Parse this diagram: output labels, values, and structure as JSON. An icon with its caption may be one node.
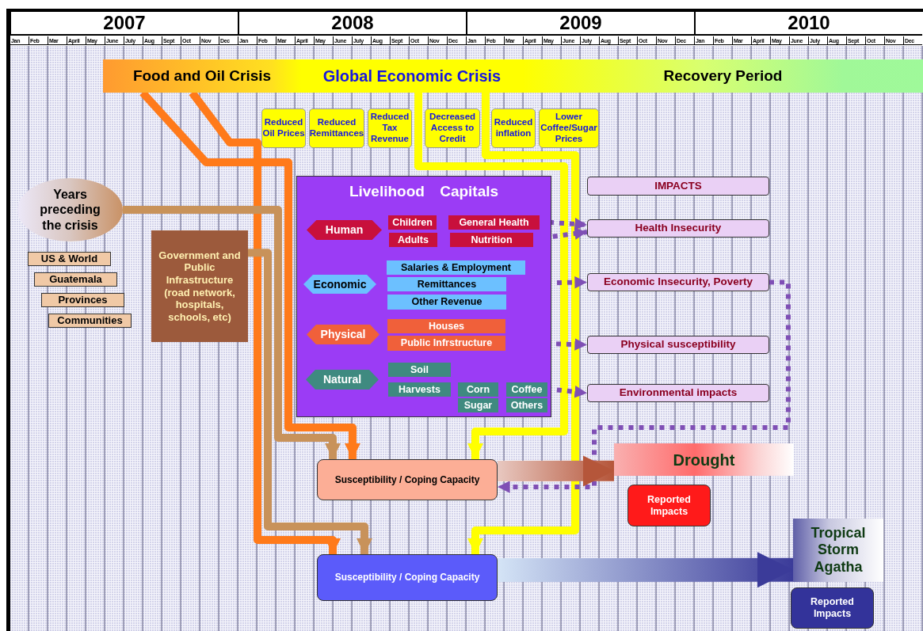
{
  "diagram": {
    "nodes": [
      {
        "text": [
          "Food and Oil Crisis"
        ]
      },
      {
        "text": [
          "Global Economic Crisis"
        ]
      },
      {
        "text": [
          "Recovery Period"
        ]
      },
      {
        "text": [
          "Reduced Oil Prices"
        ]
      },
      {
        "text": [
          "Reduced Remittances"
        ]
      },
      {
        "text": [
          "Reduced Tax Revenue"
        ]
      },
      {
        "text": [
          "Decreased Access to Credit"
        ]
      },
      {
        "text": [
          "Reduced inflation"
        ]
      },
      {
        "text": [
          "Lower Coffee/Sugar Prices"
        ]
      },
      {
        "text": [
          "Years preceding the crisis"
        ]
      },
      {
        "text": [
          "US & World"
        ]
      },
      {
        "text": [
          "Guatemala"
        ]
      },
      {
        "text": [
          "Provinces"
        ]
      },
      {
        "text": [
          "Communities"
        ]
      },
      {
        "text": [
          "Government and Public Infrastructure (road network, hospitals, schools, etc)"
        ]
      },
      {
        "text": [
          "Livelihood Capitals"
        ]
      },
      {
        "text": [
          "Human"
        ],
        "in": 15
      },
      {
        "text": [
          "Children"
        ],
        "in": 15
      },
      {
        "text": [
          "General Health"
        ],
        "in": 15
      },
      {
        "text": [
          "Adults"
        ],
        "in": 15
      },
      {
        "text": [
          "Nutrition"
        ],
        "in": 15
      },
      {
        "text": [
          "Economic"
        ],
        "in": 15
      },
      {
        "text": [
          "Salaries & Employment"
        ],
        "in": 15
      },
      {
        "text": [
          "Remittances"
        ],
        "in": 15
      },
      {
        "text": [
          "Other Revenue"
        ],
        "in": 15
      },
      {
        "text": [
          "Physical"
        ],
        "in": 15
      },
      {
        "text": [
          "Houses"
        ],
        "in": 15
      },
      {
        "text": [
          "Public Infrstructure"
        ],
        "in": 15
      },
      {
        "text": [
          "Natural"
        ],
        "in": 15
      },
      {
        "text": [
          "Soil"
        ],
        "in": 15
      },
      {
        "text": [
          "Harvests"
        ],
        "in": 15
      },
      {
        "text": [
          "Corn"
        ],
        "in": 15
      },
      {
        "text": [
          "Coffee"
        ],
        "in": 15
      },
      {
        "text": [
          "Sugar"
        ],
        "in": 15
      },
      {
        "text": [
          "Others"
        ],
        "in": 15
      },
      {
        "text": [
          "IMPACTS"
        ]
      },
      {
        "text": [
          "Health Insecurity"
        ]
      },
      {
        "text": [
          "Economic Insecurity, Poverty"
        ]
      },
      {
        "text": [
          "Physical susceptibility"
        ]
      },
      {
        "text": [
          "Environmental impacts"
        ]
      },
      {
        "text": [
          "Susceptibility / Coping Capacity"
        ]
      },
      {
        "text": [
          "Susceptibility / Coping Capacity"
        ]
      },
      {
        "text": [
          "Drought"
        ]
      },
      {
        "text": [
          "Reported Impacts"
        ]
      },
      {
        "text": [
          "Tropical Storm Agatha"
        ]
      },
      {
        "text": [
          "Reported Impacts"
        ]
      }
    ],
    "edges": [
      {
        "from": 0,
        "to": 40,
        "arrow": "to",
        "color": "#ff7a1a"
      },
      {
        "from": 0,
        "to": 41,
        "arrow": "to",
        "color": "#ff7a1a"
      },
      {
        "from": 9,
        "to": 40,
        "arrow": "to",
        "color": "#c8925a"
      },
      {
        "from": 14,
        "to": 41,
        "arrow": "to",
        "color": "#c8925a"
      },
      {
        "from": 1,
        "to": 40,
        "arrow": "to",
        "color": "#ffff00"
      },
      {
        "from": 1,
        "to": 41,
        "arrow": "to",
        "color": "#ffff00"
      },
      {
        "from": 18,
        "to": 36,
        "arrow": "to",
        "style": "dashed",
        "color": "#7f4fb5"
      },
      {
        "from": 20,
        "to": 36,
        "arrow": "to",
        "style": "dashed",
        "color": "#7f4fb5"
      },
      {
        "from": 23,
        "to": 37,
        "arrow": "to",
        "style": "dashed",
        "color": "#7f4fb5"
      },
      {
        "from": 27,
        "to": 38,
        "arrow": "to",
        "style": "dashed",
        "color": "#7f4fb5"
      },
      {
        "from": 32,
        "to": 39,
        "arrow": "to",
        "style": "dashed",
        "color": "#7f4fb5"
      },
      {
        "from": 37,
        "to": 40,
        "arrow": "to",
        "style": "dashed",
        "color": "#7f4fb5"
      },
      {
        "from": 40,
        "to": 42,
        "arrow": "to",
        "style": "thick",
        "color": "#b5563a"
      },
      {
        "from": 41,
        "to": 44,
        "arrow": "to",
        "style": "thick",
        "color": "#3b3b99"
      }
    ],
    "labels": [
      "2007",
      "2008",
      "2009",
      "2010",
      "Jan",
      "Feb",
      "Mar",
      "April",
      "May",
      "June",
      "July",
      "Aug",
      "Sept",
      "Oct",
      "Nov",
      "Dec",
      "Jan",
      "Feb",
      "Mar",
      "April",
      "May",
      "June",
      "July",
      "Aug",
      "Sept",
      "Oct",
      "Nov",
      "Dec",
      "Jan",
      "Feb",
      "Mar",
      "April",
      "May",
      "June",
      "July",
      "Aug",
      "Sept",
      "Oct",
      "Nov",
      "Dec",
      "Jan",
      "Feb",
      "Mar",
      "April",
      "May",
      "June",
      "July",
      "Aug",
      "Sept",
      "Oct",
      "Nov",
      "Dec"
    ]
  }
}
